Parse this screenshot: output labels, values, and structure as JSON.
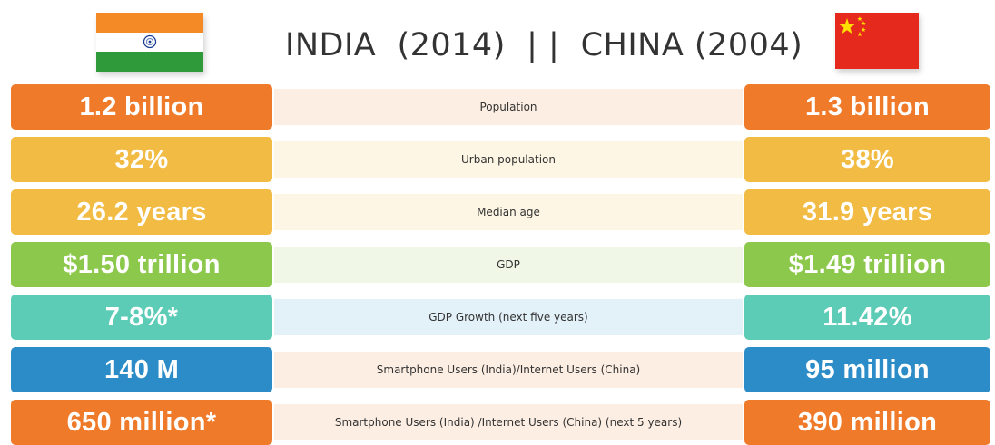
{
  "header": {
    "title": "INDIA  (2014)  | |  CHINA (2004)"
  },
  "flags": {
    "left": "india-flag",
    "right": "china-flag"
  },
  "colors": {
    "orange": "#ef7a2a",
    "yellow": "#f2bc44",
    "green": "#8cc84b",
    "teal": "#5cccb6",
    "blue": "#2b8cc8",
    "label_peach": "#fdeee3",
    "label_cream": "#fdf6e4",
    "label_mint": "#f0f7e6",
    "label_sky": "#e3f1f8"
  },
  "rows": [
    {
      "label": "Population",
      "india": "1.2 billion",
      "china": "1.3 billion",
      "tile_color": "#ef7a2a",
      "label_bg": "#fdeee3"
    },
    {
      "label": "Urban population",
      "india": "32%",
      "china": "38%",
      "tile_color": "#f2bc44",
      "label_bg": "#fdf6e4"
    },
    {
      "label": "Median age",
      "india": "26.2 years",
      "china": "31.9 years",
      "tile_color": "#f2bc44",
      "label_bg": "#fdf6e4"
    },
    {
      "label": "GDP",
      "india": "$1.50 trillion",
      "china": "$1.49 trillion",
      "tile_color": "#8cc84b",
      "label_bg": "#f0f7e6"
    },
    {
      "label": "GDP Growth (next five years)",
      "india": "7-8%*",
      "china": "11.42%",
      "tile_color": "#5cccb6",
      "label_bg": "#e3f1f8"
    },
    {
      "label": "Smartphone Users (India)/Internet Users (China)",
      "india": "140 M",
      "china": "95 million",
      "tile_color": "#2b8cc8",
      "label_bg": "#fdeee3"
    },
    {
      "label": "Smartphone Users (India) /Internet Users (China) (next 5 years)",
      "india": "650 million*",
      "china": "390 million",
      "tile_color": "#ef7a2a",
      "label_bg": "#fdeee3"
    }
  ]
}
